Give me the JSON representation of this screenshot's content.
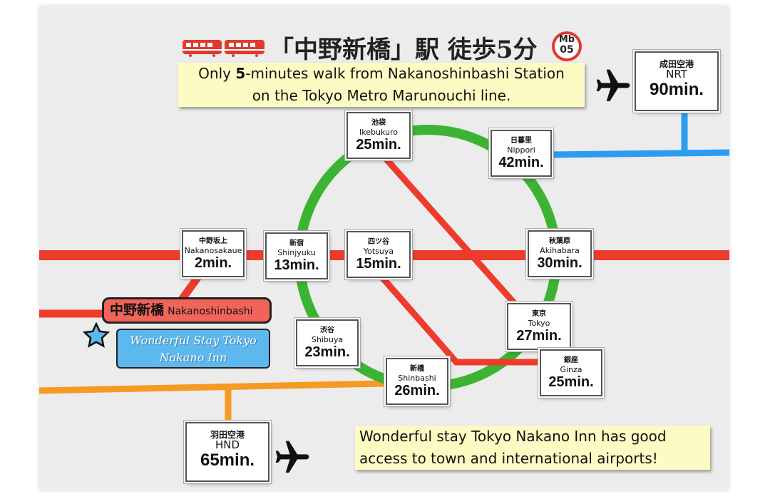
{
  "header": {
    "title_jp": "「中野新橋」駅 徒歩5分",
    "badge_line": "Mb",
    "badge_num": "05",
    "train_icon": "train-icon"
  },
  "top_note": {
    "line1_pre": "Only ",
    "line1_num": "5",
    "line1_post": "-minutes walk from Nakanoshinbashi Station",
    "line2": "on the Tokyo Metro Marunouchi line."
  },
  "bottom_note": {
    "line1": "Wonderful stay Tokyo Nakano Inn has good",
    "line2": "access to town and international airports!"
  },
  "home_station": {
    "jp": "中野新橋",
    "en": "Nakanoshinbashi"
  },
  "inn": {
    "line1": "Wonderful Stay Tokyo",
    "line2": "Nakano Inn",
    "icon": "star-icon"
  },
  "stations": {
    "nakanosakaue": {
      "jp": "中野坂上",
      "en": "Nakanosakaue",
      "time": "2min."
    },
    "shinjuku": {
      "jp": "新宿",
      "en": "Shinjyuku",
      "time": "13min."
    },
    "yotsuya": {
      "jp": "四ツ谷",
      "en": "Yotsuya",
      "time": "15min."
    },
    "ikebukuro": {
      "jp": "池袋",
      "en": "Ikebukuro",
      "time": "25min."
    },
    "nippori": {
      "jp": "日暮里",
      "en": "Nippori",
      "time": "42min."
    },
    "akihabara": {
      "jp": "秋葉原",
      "en": "Akihabara",
      "time": "30min."
    },
    "tokyo": {
      "jp": "東京",
      "en": "Tokyo",
      "time": "27min."
    },
    "ginza": {
      "jp": "銀座",
      "en": "Ginza",
      "time": "25min."
    },
    "shinbashi": {
      "jp": "新橋",
      "en": "Shinbashi",
      "time": "26min."
    },
    "shibuya": {
      "jp": "渋谷",
      "en": "Shibuya",
      "time": "23min."
    }
  },
  "airports": {
    "narita": {
      "jp": "成田空港",
      "code": "NRT",
      "time": "90min.",
      "icon": "airplane-icon"
    },
    "haneda": {
      "jp": "羽田空港",
      "code": "HND",
      "time": "65min.",
      "icon": "airplane-icon"
    }
  },
  "colors": {
    "marunouchi": "#ee3b2b",
    "yamanote": "#3cb333",
    "sobu_chuo": "#f59a22",
    "keisei": "#2a9df0"
  }
}
